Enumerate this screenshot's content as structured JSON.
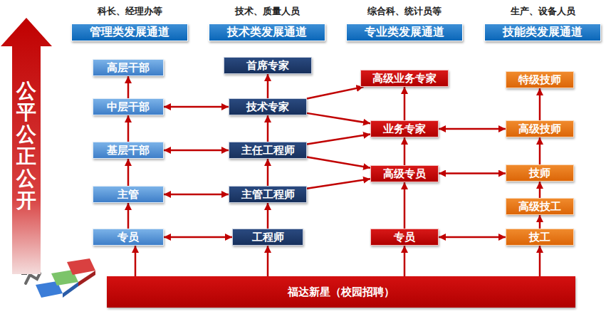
{
  "diagram": {
    "nodes": [
      {
        "text": [
          "管理类发展通道"
        ]
      },
      {
        "text": [
          "技术类发展通道"
        ]
      },
      {
        "text": [
          "专业类发展通道"
        ]
      },
      {
        "text": [
          "技能类发展通道"
        ]
      },
      {
        "text": [
          "公平 公正 公开"
        ]
      },
      {
        "text": [
          "高层干部"
        ]
      },
      {
        "text": [
          "中层干部"
        ]
      },
      {
        "text": [
          "基层干部"
        ]
      },
      {
        "text": [
          "主管"
        ]
      },
      {
        "text": [
          "专员"
        ]
      },
      {
        "text": [
          "首席专家"
        ]
      },
      {
        "text": [
          "技术专家"
        ]
      },
      {
        "text": [
          "主任工程师"
        ]
      },
      {
        "text": [
          "主管工程师"
        ]
      },
      {
        "text": [
          "工程师"
        ]
      },
      {
        "text": [
          "高级业务专家"
        ]
      },
      {
        "text": [
          "业务专家"
        ]
      },
      {
        "text": [
          "高级专员"
        ]
      },
      {
        "text": [
          "专员"
        ]
      },
      {
        "text": [
          "特级技师"
        ]
      },
      {
        "text": [
          "高级技师"
        ]
      },
      {
        "text": [
          "技师"
        ]
      },
      {
        "text": [
          "高级技工"
        ]
      },
      {
        "text": [
          "技工"
        ]
      },
      {
        "text": [
          "福达新星（校园招聘）"
        ]
      }
    ],
    "edges": [
      {
        "from": 9,
        "to": 8,
        "arrow": "to"
      },
      {
        "from": 8,
        "to": 7,
        "arrow": "to"
      },
      {
        "from": 7,
        "to": 6,
        "arrow": "to"
      },
      {
        "from": 6,
        "to": 5,
        "arrow": "to"
      },
      {
        "from": 14,
        "to": 13,
        "arrow": "to"
      },
      {
        "from": 13,
        "to": 12,
        "arrow": "to"
      },
      {
        "from": 12,
        "to": 11,
        "arrow": "to"
      },
      {
        "from": 11,
        "to": 10,
        "arrow": "to"
      },
      {
        "from": 18,
        "to": 17,
        "arrow": "to"
      },
      {
        "from": 17,
        "to": 16,
        "arrow": "to"
      },
      {
        "from": 16,
        "to": 15,
        "arrow": "to"
      },
      {
        "from": 23,
        "to": 22,
        "arrow": "to"
      },
      {
        "from": 22,
        "to": 21,
        "arrow": "to"
      },
      {
        "from": 21,
        "to": 20,
        "arrow": "to"
      },
      {
        "from": 20,
        "to": 19,
        "arrow": "to"
      },
      {
        "from": 6,
        "to": 11,
        "arrow": "both"
      },
      {
        "from": 7,
        "to": 12,
        "arrow": "both"
      },
      {
        "from": 8,
        "to": 13,
        "arrow": "both"
      },
      {
        "from": 9,
        "to": 14,
        "arrow": "both"
      },
      {
        "from": 11,
        "to": 15,
        "arrow": "to"
      },
      {
        "from": 11,
        "to": 16,
        "arrow": "to"
      },
      {
        "from": 12,
        "to": 16,
        "arrow": "to"
      },
      {
        "from": 12,
        "to": 17,
        "arrow": "to"
      },
      {
        "from": 13,
        "to": 17,
        "arrow": "to"
      },
      {
        "from": 16,
        "to": 20,
        "arrow": "both"
      },
      {
        "from": 17,
        "to": 21,
        "arrow": "both"
      },
      {
        "from": 18,
        "to": 23,
        "arrow": "both"
      },
      {
        "from": 24,
        "to": 9,
        "arrow": "to"
      },
      {
        "from": 24,
        "to": 14,
        "arrow": "to"
      },
      {
        "from": 24,
        "to": 18,
        "arrow": "to"
      },
      {
        "from": 24,
        "to": 23,
        "arrow": "to"
      }
    ],
    "labels": [
      "科长、经理办等",
      "技术、质量人员",
      "综合科、统计员等",
      "生产、设备人员"
    ]
  }
}
